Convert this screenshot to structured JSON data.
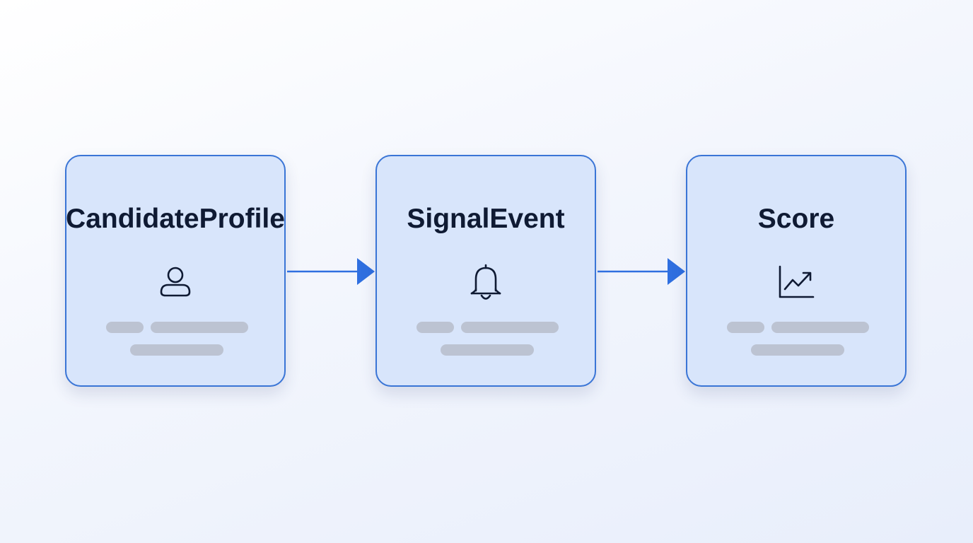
{
  "diagram": {
    "accent_color": "#3a75d6",
    "card_fill": "#d8e5fb",
    "placeholder_color": "#bcc3d2",
    "nodes": [
      {
        "title_lines": [
          "Candidate",
          "Profile"
        ],
        "icon": "user-icon"
      },
      {
        "title_lines": [
          "Signal",
          "Event"
        ],
        "icon": "bell-icon"
      },
      {
        "title_lines": [
          "Score"
        ],
        "icon": "trend-chart-icon"
      }
    ],
    "edges": [
      {
        "from": 0,
        "to": 1
      },
      {
        "from": 1,
        "to": 2
      }
    ]
  }
}
